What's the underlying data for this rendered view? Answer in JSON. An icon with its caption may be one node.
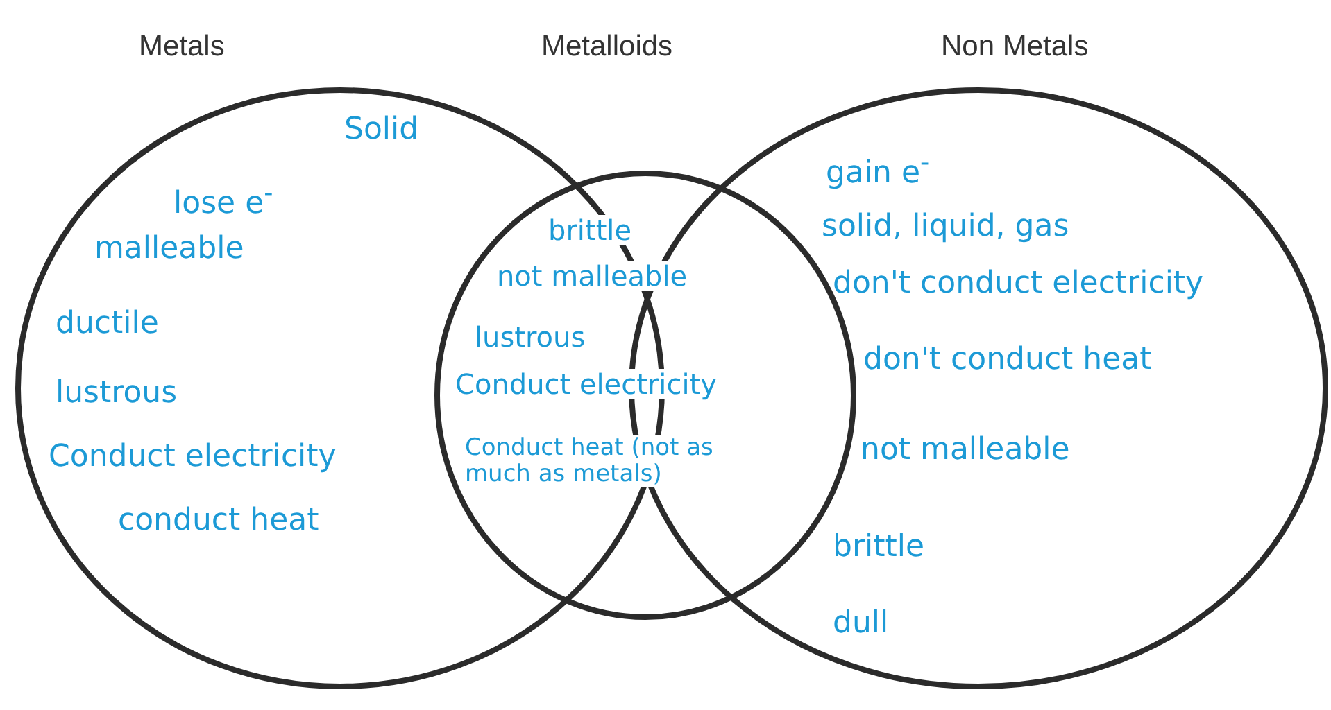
{
  "diagram": {
    "nodes": [
      {
        "text": [
          "Metals",
          "Solid",
          "lose e$^{-}$",
          "malleable",
          "ductile",
          "lustrous",
          "Conduct electricity",
          "conduct heat"
        ]
      },
      {
        "text": [
          "Non Metals",
          "gain e$^{-}$",
          "solid, liquid, gas",
          "don't conduct electricity",
          "don't conduct heat",
          "not malleable",
          "brittle",
          "dull"
        ]
      },
      {
        "text": [
          "brittle",
          "not malleable",
          "lustrous",
          "Conduct electricity",
          "Conduct heat (not as much as metals)"
        ]
      }
    ],
    "labels": [
      "Metalloids"
    ]
  }
}
